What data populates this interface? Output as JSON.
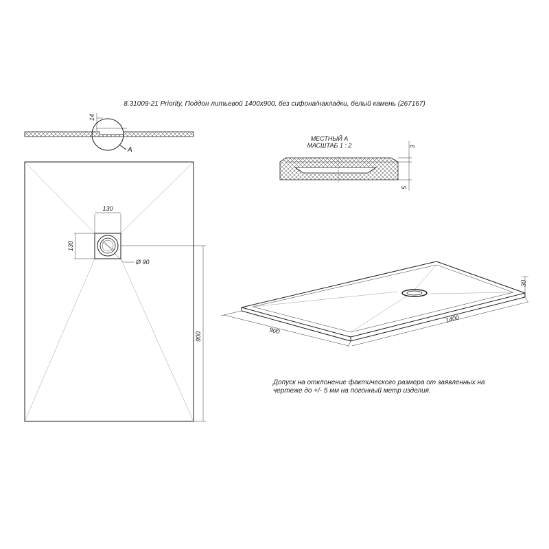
{
  "title": "8.31009-21 Priority, Поддон литьевой 1400х900, без сифона/накладки, белый камень (267167)",
  "side_view": {
    "thickness_label": "14",
    "callout_label": "А"
  },
  "detail": {
    "title_line1": "МЕСТНЫЙ А",
    "title_line2": "МАСШТАБ 1 : 2",
    "dim_top": "3",
    "dim_bottom": "5"
  },
  "plan_view": {
    "drain_width": "130",
    "drain_height": "130",
    "drain_diameter": "Ø 90",
    "length": "900"
  },
  "iso_view": {
    "height": "30",
    "width": "900",
    "length": "1400"
  },
  "note": {
    "line1": "Допуск на отклонение фактического размера от заявленных на",
    "line2": "чертеже до +/- 5 мм на погонный метр изделия."
  }
}
